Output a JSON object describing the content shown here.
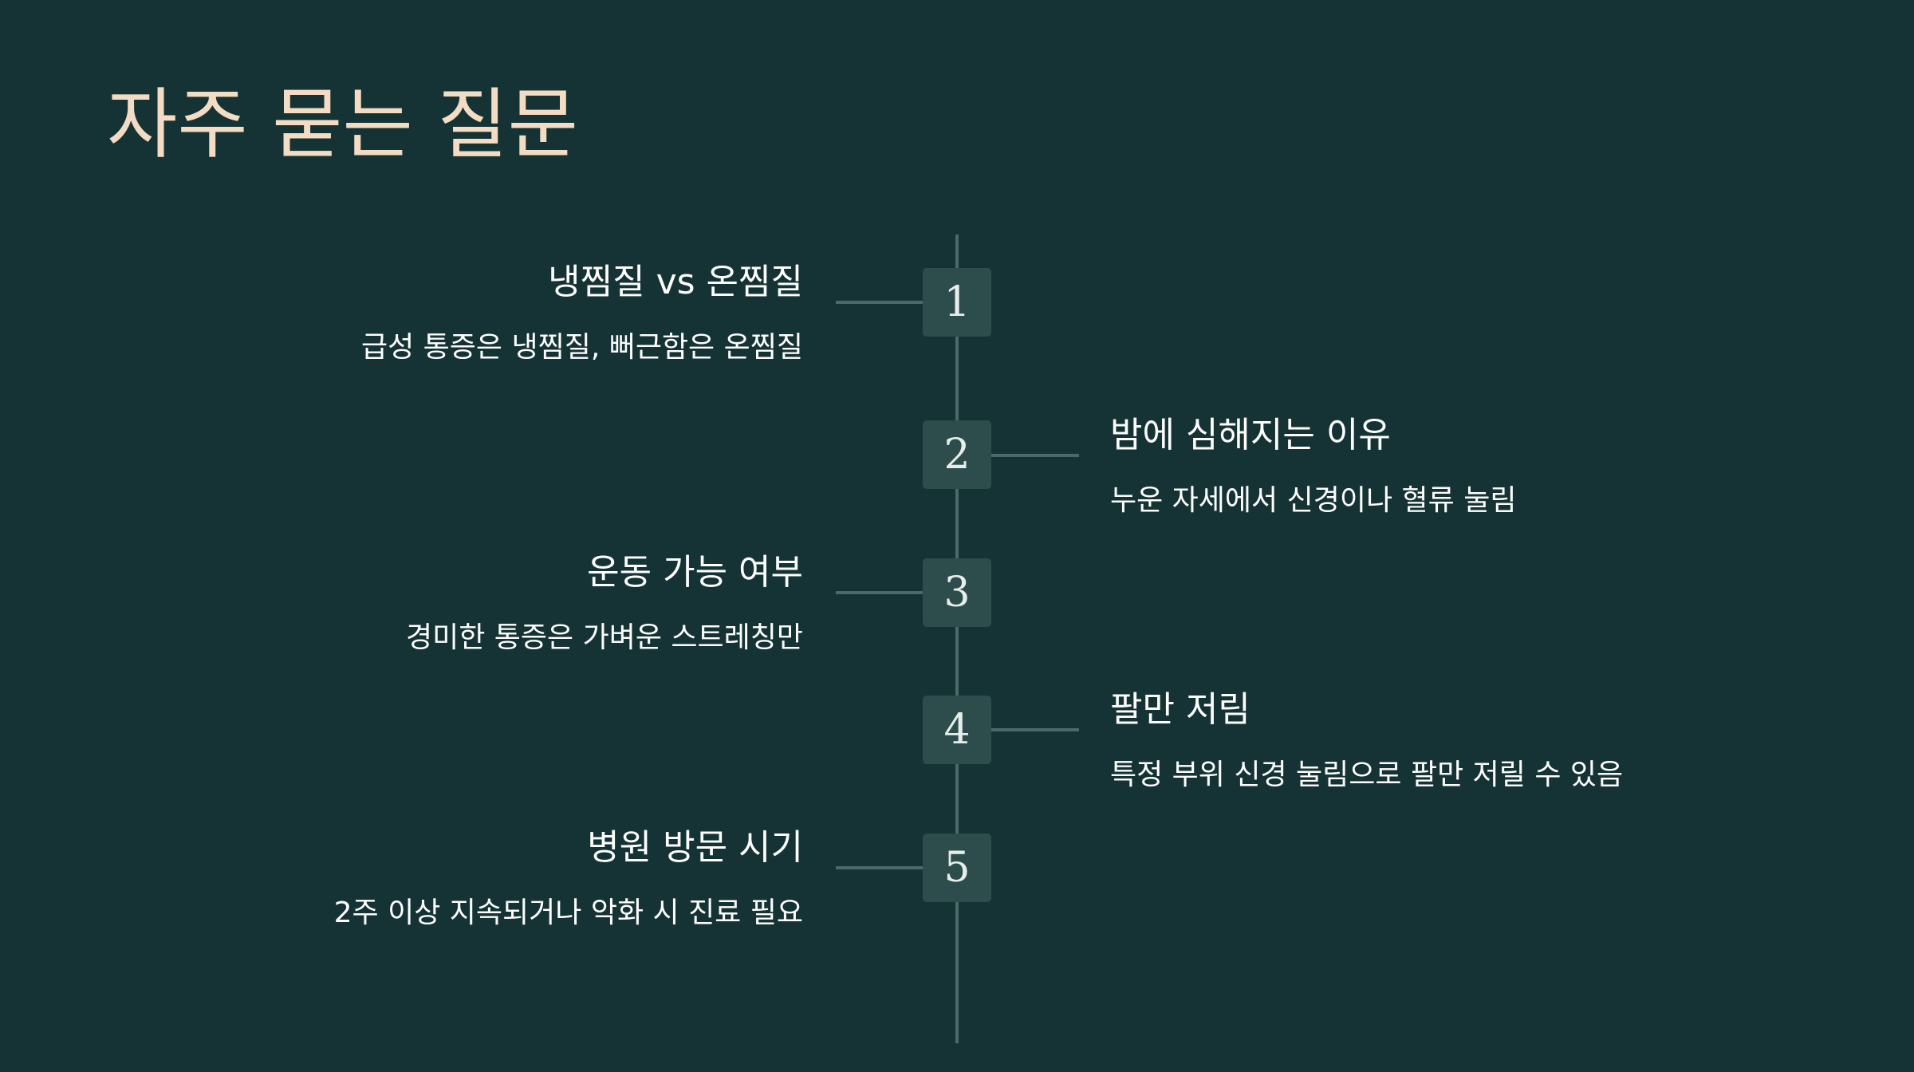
{
  "title": "자주 묻는 질문",
  "colors": {
    "background": "#153334",
    "title": "#f4dcc4",
    "marker": "#2c4d4c",
    "line": "#4a6a6a",
    "text": "#ffffff"
  },
  "items": [
    {
      "number": "1",
      "heading": "냉찜질 vs 온찜질",
      "description": "급성 통증은 냉찜질, 뻐근함은 온찜질",
      "side": "left"
    },
    {
      "number": "2",
      "heading": "밤에 심해지는 이유",
      "description": "누운 자세에서 신경이나 혈류 눌림",
      "side": "right"
    },
    {
      "number": "3",
      "heading": "운동 가능 여부",
      "description": "경미한 통증은 가벼운 스트레칭만",
      "side": "left"
    },
    {
      "number": "4",
      "heading": "팔만 저림",
      "description": "특정 부위 신경 눌림으로 팔만 저릴 수 있음",
      "side": "right"
    },
    {
      "number": "5",
      "heading": "병원 방문 시기",
      "description": "2주 이상 지속되거나 악화 시 진료 필요",
      "side": "left"
    }
  ]
}
